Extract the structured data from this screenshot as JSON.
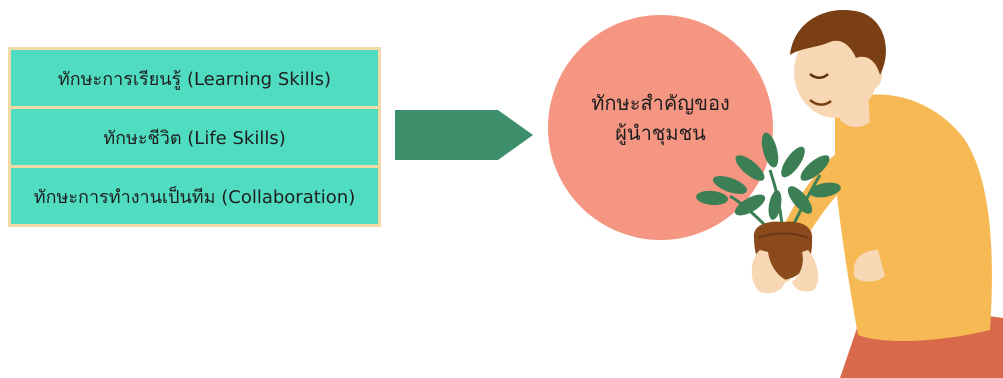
{
  "skills": [
    {
      "label": "ทักษะการเรียนรู้ (Learning Skills)"
    },
    {
      "label": "ทักษะชีวิต (Life Skills)"
    },
    {
      "label": "ทักษะการทำงานเป็นทีม (Collaboration)"
    }
  ],
  "center": {
    "line1": "ทักษะสำคัญของ",
    "line2": "ผู้นำชุมชน"
  },
  "colors": {
    "box_border": "#f3d9a4",
    "box_fill": "#4fdcc0",
    "arrow": "#3d8f6b",
    "circle": "#f59682",
    "shirt": "#f7b953",
    "hair": "#7a3f12",
    "skin": "#f7d7b4",
    "pants": "#d8694a",
    "pot": "#8b4a1c",
    "leaves": "#3d7f55"
  }
}
